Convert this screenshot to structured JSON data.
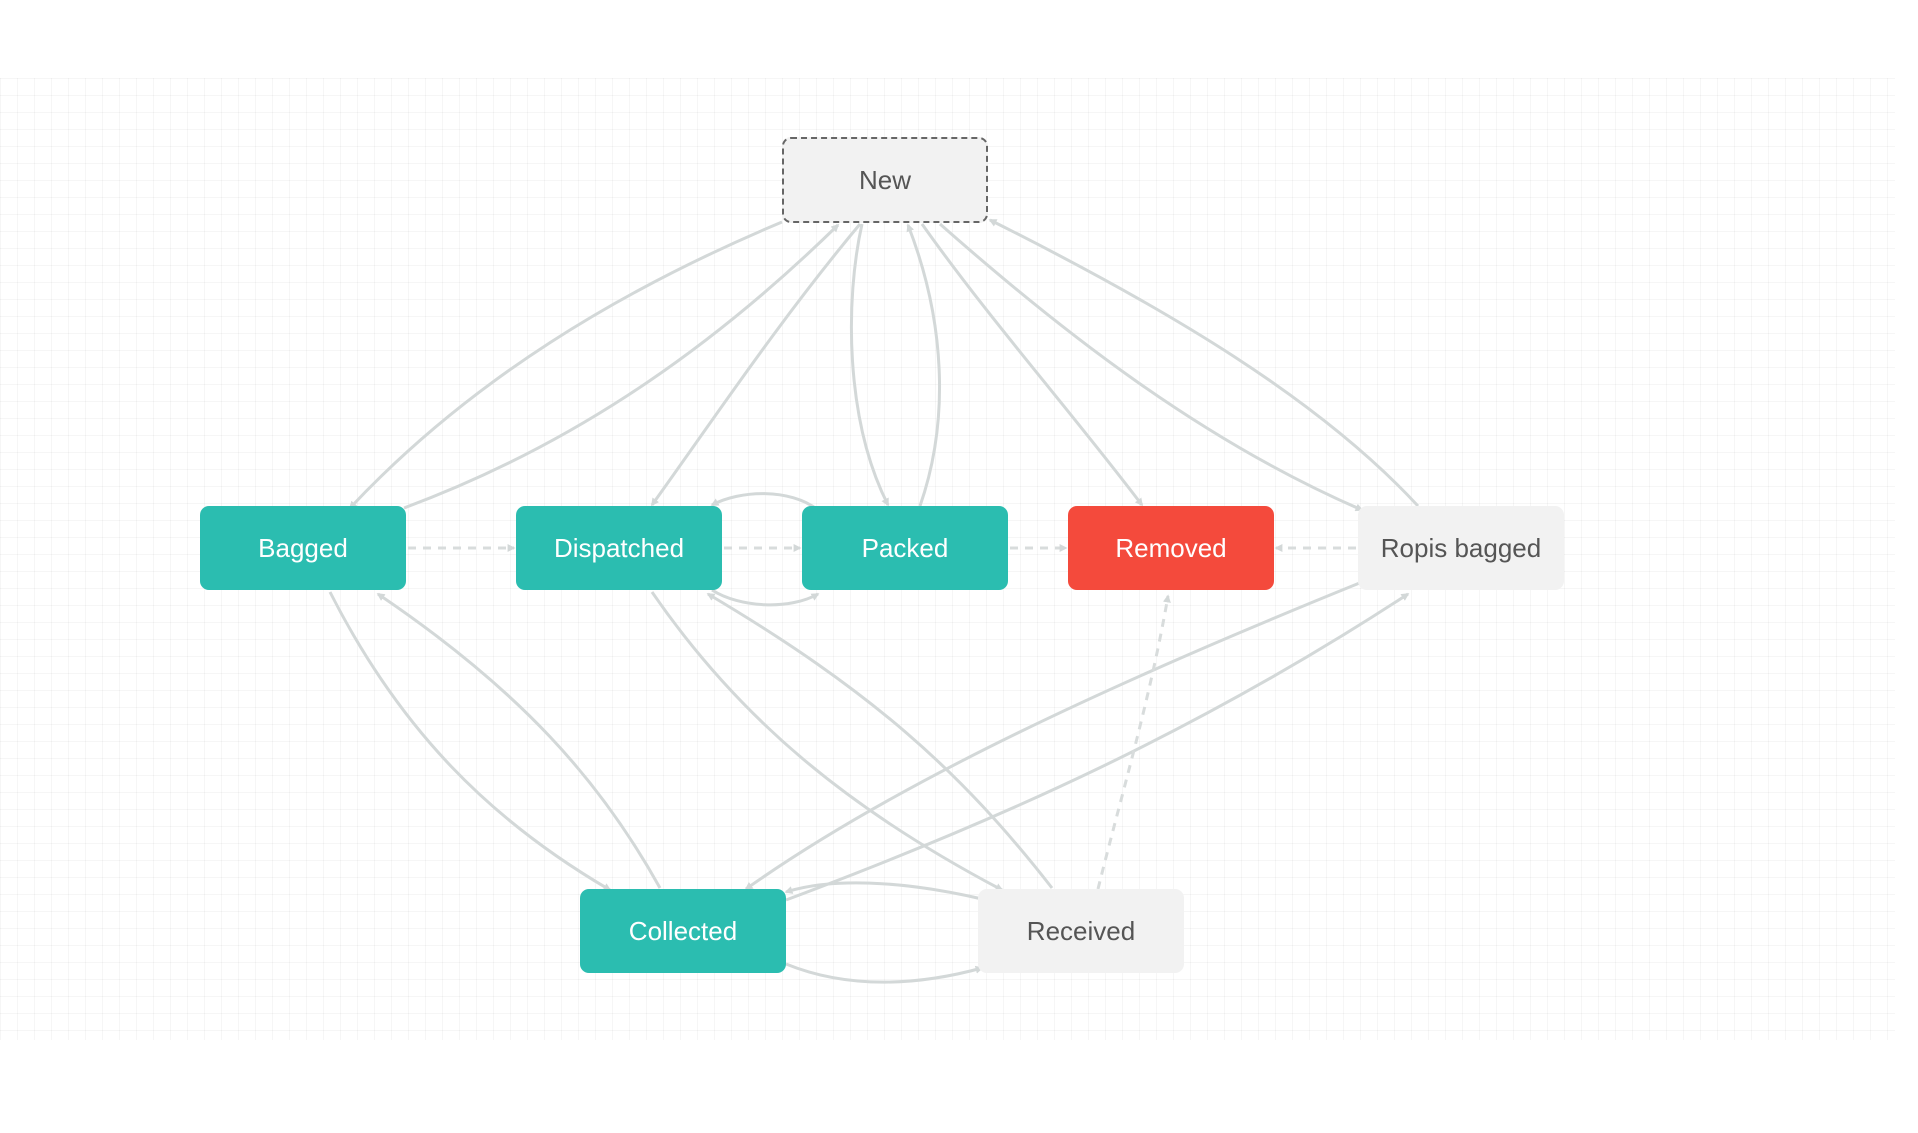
{
  "diagram": {
    "nodes": {
      "new": {
        "label": "New"
      },
      "bagged": {
        "label": "Bagged"
      },
      "dispatched": {
        "label": "Dispatched"
      },
      "packed": {
        "label": "Packed"
      },
      "removed": {
        "label": "Removed"
      },
      "ropis_bagged": {
        "label": "Ropis bagged"
      },
      "collected": {
        "label": "Collected"
      },
      "received": {
        "label": "Received"
      }
    },
    "colors": {
      "teal": "#2bbdb0",
      "red": "#f44a3c",
      "grey_node": "#f2f2f2",
      "edge": "#d3d8d8",
      "dashed_edge": "#d8dcdc"
    },
    "edges": [
      {
        "from": "new",
        "to": "bagged",
        "style": "solid"
      },
      {
        "from": "bagged",
        "to": "new",
        "style": "solid"
      },
      {
        "from": "new",
        "to": "dispatched",
        "style": "solid"
      },
      {
        "from": "new",
        "to": "packed",
        "style": "solid"
      },
      {
        "from": "packed",
        "to": "new",
        "style": "solid"
      },
      {
        "from": "new",
        "to": "removed",
        "style": "solid"
      },
      {
        "from": "new",
        "to": "ropis_bagged",
        "style": "solid"
      },
      {
        "from": "ropis_bagged",
        "to": "new",
        "style": "solid"
      },
      {
        "from": "bagged",
        "to": "dispatched",
        "style": "dashed"
      },
      {
        "from": "dispatched",
        "to": "packed",
        "style": "dashed"
      },
      {
        "from": "packed",
        "to": "dispatched",
        "style": "solid"
      },
      {
        "from": "dispatched",
        "to": "packed",
        "style": "solid"
      },
      {
        "from": "packed",
        "to": "removed",
        "style": "dashed"
      },
      {
        "from": "ropis_bagged",
        "to": "removed",
        "style": "dashed"
      },
      {
        "from": "bagged",
        "to": "collected",
        "style": "solid"
      },
      {
        "from": "collected",
        "to": "bagged",
        "style": "solid"
      },
      {
        "from": "dispatched",
        "to": "received",
        "style": "solid"
      },
      {
        "from": "received",
        "to": "dispatched",
        "style": "solid"
      },
      {
        "from": "ropis_bagged",
        "to": "collected",
        "style": "solid"
      },
      {
        "from": "collected",
        "to": "ropis_bagged",
        "style": "solid"
      },
      {
        "from": "received",
        "to": "collected",
        "style": "solid"
      },
      {
        "from": "collected",
        "to": "received",
        "style": "solid"
      },
      {
        "from": "received",
        "to": "removed",
        "style": "dashed"
      }
    ]
  }
}
